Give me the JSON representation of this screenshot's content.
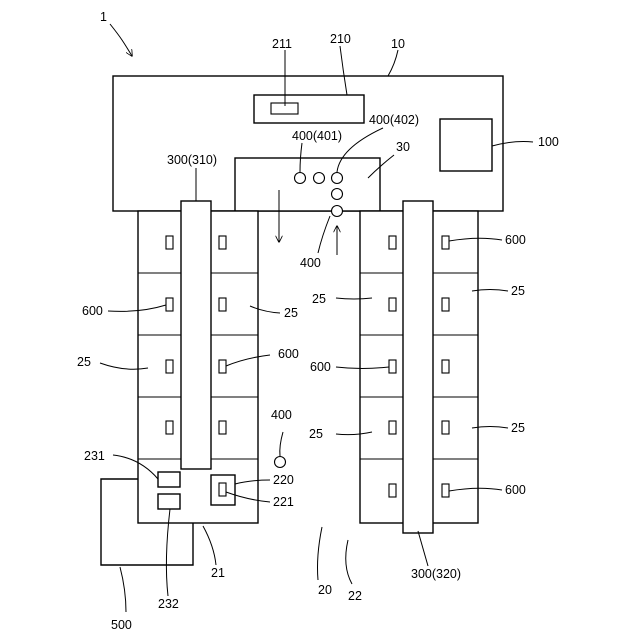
{
  "labels": {
    "fig": "1",
    "system_body": "10",
    "panel": "210",
    "panel_display": "211",
    "transfer_area": "30",
    "controller": "100",
    "port_401": "400(401)",
    "port_402": "400(402)",
    "carrier_400_a": "400",
    "carrier_400_b": "400",
    "column_left": "300(310)",
    "column_right": "300(320)",
    "shelf_left_unit": "21",
    "aisle": "20",
    "shelf_right_unit": "22",
    "panel_220": "220",
    "panel_221": "221",
    "panel_231": "231",
    "panel_232": "232",
    "external_500": "500",
    "cell_25_a": "25",
    "cell_25_b": "25",
    "cell_25_c": "25",
    "cell_25_d": "25",
    "cell_25_e": "25",
    "cell_25_f": "25",
    "tag_600_a": "600",
    "tag_600_b": "600",
    "tag_600_c": "600",
    "tag_600_d": "600",
    "tag_600_e": "600"
  }
}
